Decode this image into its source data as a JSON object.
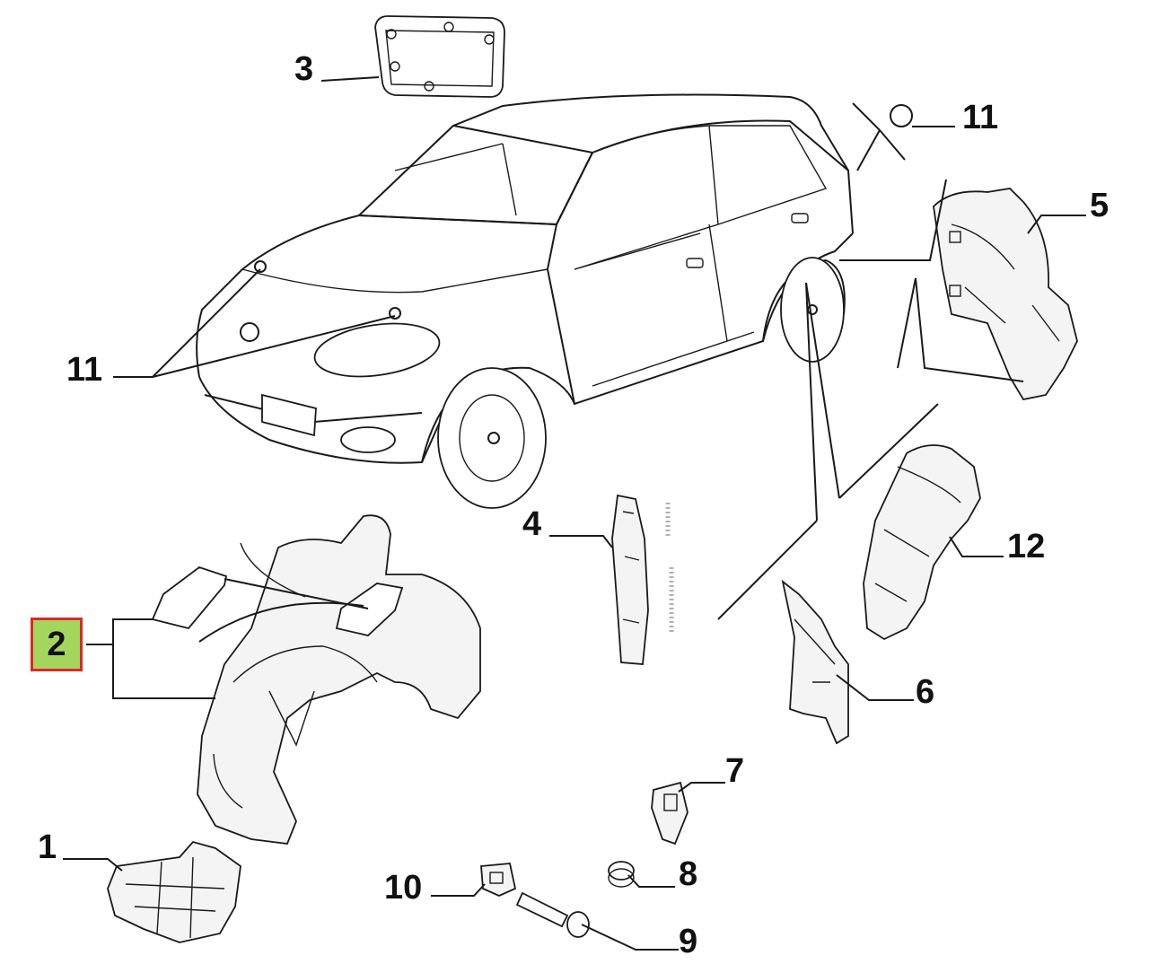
{
  "callouts": [
    {
      "id": "c1",
      "text": "1"
    },
    {
      "id": "c2",
      "text": "2",
      "highlighted": true
    },
    {
      "id": "c3",
      "text": "3"
    },
    {
      "id": "c4",
      "text": "4"
    },
    {
      "id": "c5",
      "text": "5"
    },
    {
      "id": "c6",
      "text": "6"
    },
    {
      "id": "c7",
      "text": "7"
    },
    {
      "id": "c8",
      "text": "8"
    },
    {
      "id": "c9",
      "text": "9"
    },
    {
      "id": "c10",
      "text": "10"
    },
    {
      "id": "c11a",
      "text": "11"
    },
    {
      "id": "c11b",
      "text": "11"
    },
    {
      "id": "c12",
      "text": "12"
    }
  ],
  "colors": {
    "highlight_fill": "#a4d65e",
    "highlight_border": "#e0262a",
    "line": "#1a1a1a"
  }
}
